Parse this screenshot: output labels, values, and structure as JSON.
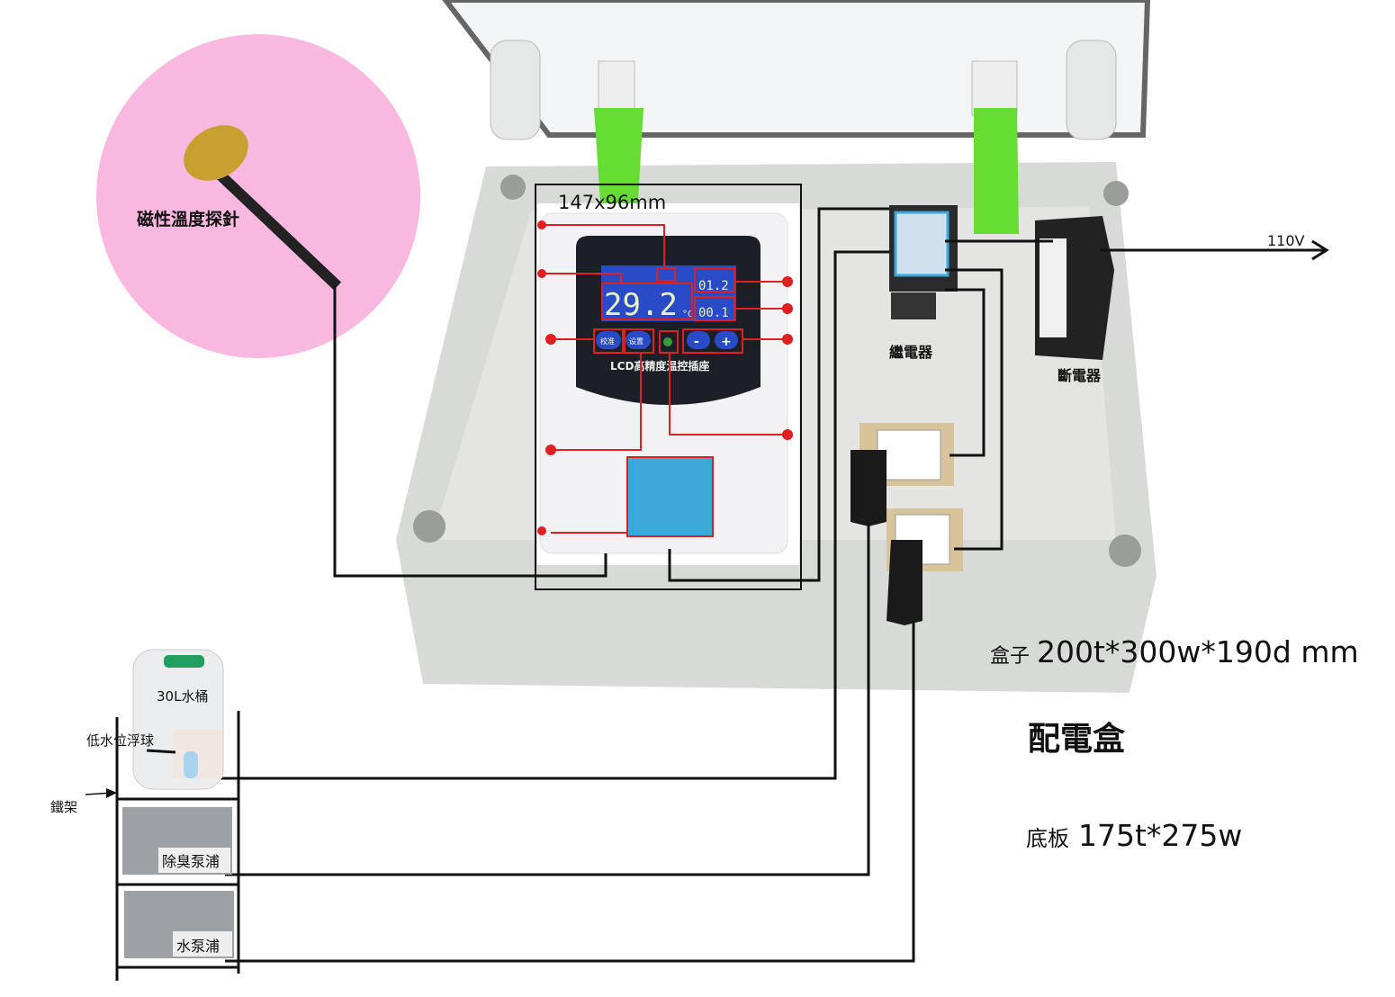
{
  "probe": {
    "label": "磁性溫度探針"
  },
  "controller": {
    "size_label": "147x96mm",
    "temp_main": "29.2",
    "unit": "°C",
    "temp_stop": "01.2",
    "temp_start": "00.1",
    "btn_calibrate": "校准",
    "btn_set": "设置",
    "btn_minus": "-",
    "btn_plus": "+",
    "name": "LCD高精度温控插座"
  },
  "relay": {
    "label": "繼電器"
  },
  "breaker": {
    "label": "斷電器"
  },
  "power": {
    "label": "110V"
  },
  "box": {
    "prefix": "盒子",
    "size": "200t*300w*190d mm",
    "title": "配電盒",
    "base_prefix": "底板",
    "base_size": "175t*275w"
  },
  "rack": {
    "tank": "30L水桶",
    "float": "低水位浮球",
    "frame": "鐵架",
    "pump1": "除臭泵浦",
    "pump2": "水泵浦"
  },
  "colors": {
    "probe_bg": "#f8b8e0",
    "box": "#dcdedc",
    "clip": "#66dd33",
    "socket": "#3aa8d8",
    "lcd": "#2a4bc8",
    "marker": "#e02020"
  }
}
